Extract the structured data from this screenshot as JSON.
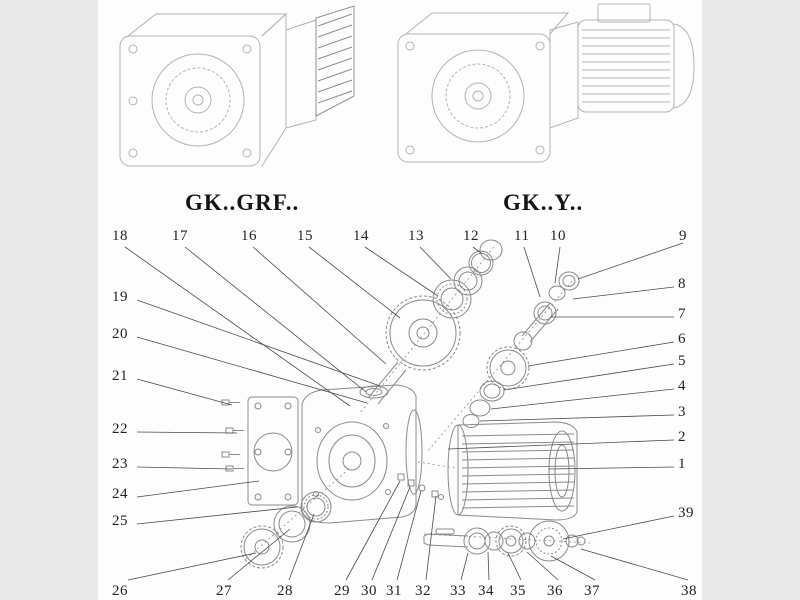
{
  "header": {
    "model_left": "GK..GRF..",
    "model_right": "GK..Y.."
  },
  "exploded_view": {
    "part_numbers": [
      "1",
      "2",
      "3",
      "4",
      "5",
      "6",
      "7",
      "8",
      "9",
      "10",
      "11",
      "12",
      "13",
      "14",
      "15",
      "16",
      "17",
      "18",
      "19",
      "20",
      "21",
      "22",
      "23",
      "24",
      "25",
      "26",
      "27",
      "28",
      "29",
      "30",
      "31",
      "32",
      "33",
      "34",
      "35",
      "36",
      "37",
      "38",
      "39"
    ]
  },
  "colors": {
    "background": "#e9e9e9",
    "paper": "#fdfdfd",
    "drawing_faint": "#b3b3b3",
    "drawing": "#8a8a8a",
    "leader_line": "#4a4a4a",
    "text": "#1c1c1c"
  }
}
